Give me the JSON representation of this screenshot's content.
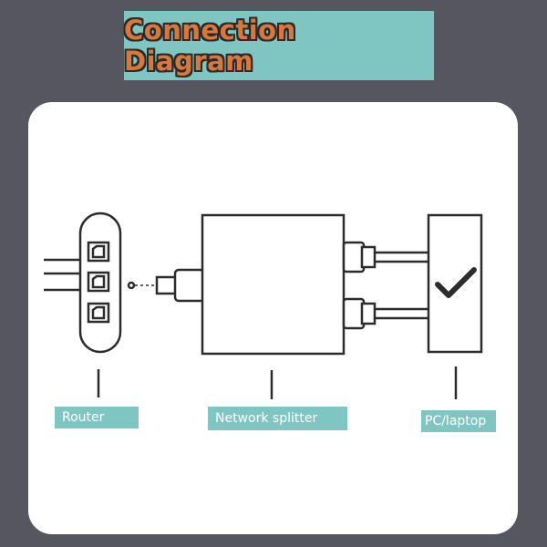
{
  "title": "Connection Diagram",
  "labels": {
    "router": "Router",
    "splitter": "Network splitter",
    "pc": "PC/laptop"
  },
  "icons": {
    "pc_mark": "checkmark-icon"
  },
  "colors": {
    "background": "#55565f",
    "accent": "#7fc6c2",
    "title_text": "#d9783a",
    "line": "#2c2c2c"
  }
}
